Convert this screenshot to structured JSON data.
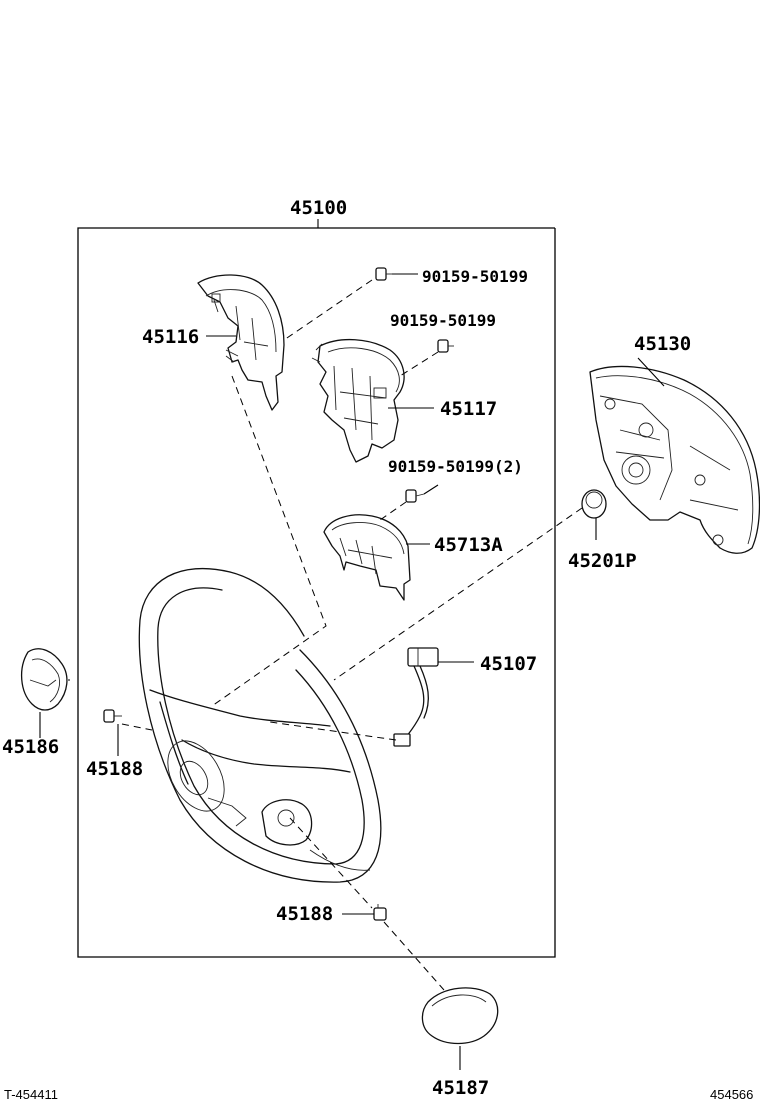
{
  "assembly_label": "45100",
  "parts": {
    "p45116": "45116",
    "p90159_top": "90159-50199",
    "p90159_mid": "90159-50199",
    "p45117": "45117",
    "p90159_qty": "90159-50199(2)",
    "p45713A": "45713A",
    "p45130": "45130",
    "p45201P": "45201P",
    "p45107": "45107",
    "p45186": "45186",
    "p45188_left": "45188",
    "p45188_bottom": "45188",
    "p45187": "45187"
  },
  "footer": {
    "left_ref": "T-454411",
    "right_ref": "454566"
  }
}
